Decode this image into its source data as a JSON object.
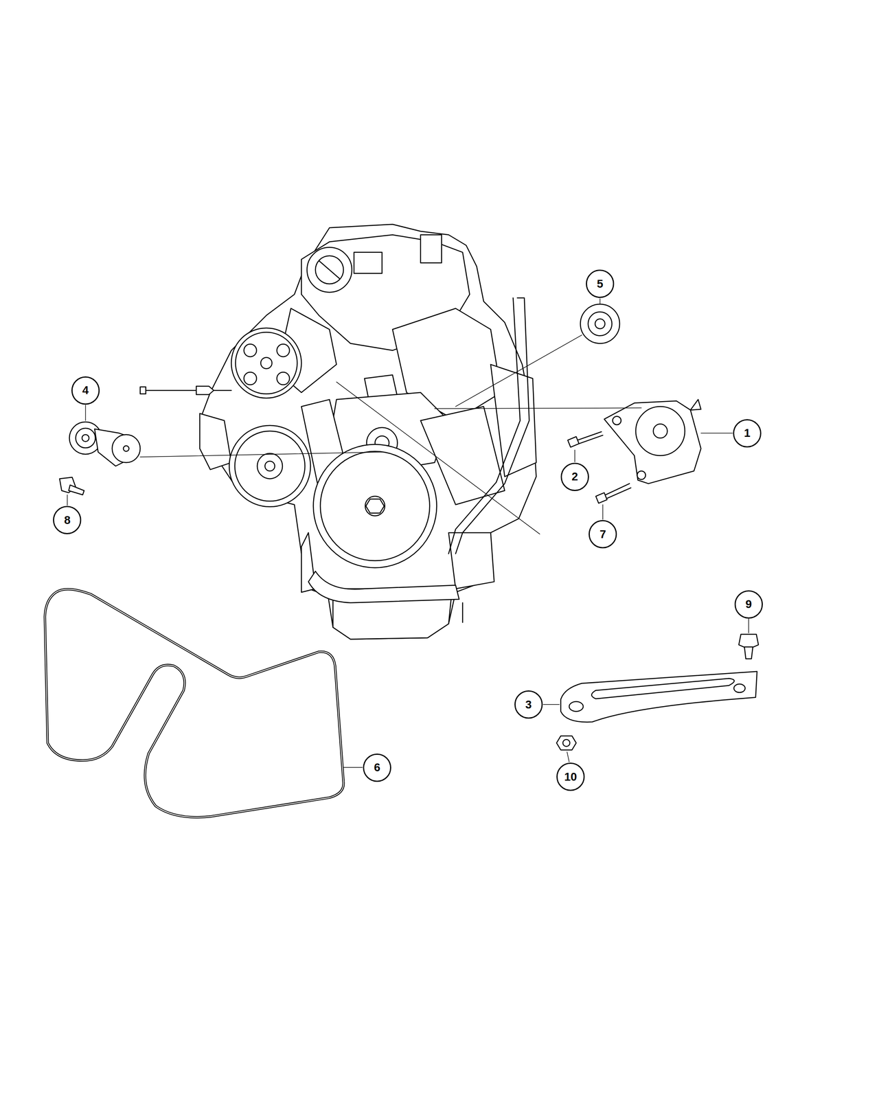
{
  "diagram": {
    "nodes": [
      {
        "text": [
          "5"
        ]
      },
      {
        "text": [
          "4"
        ]
      },
      {
        "text": [
          "1"
        ]
      },
      {
        "text": [
          "2"
        ]
      },
      {
        "text": [
          "8"
        ]
      },
      {
        "text": [
          "7"
        ]
      },
      {
        "text": [
          "9"
        ]
      },
      {
        "text": [
          "3"
        ]
      },
      {
        "text": [
          "6"
        ]
      },
      {
        "text": [
          "10"
        ]
      }
    ]
  }
}
